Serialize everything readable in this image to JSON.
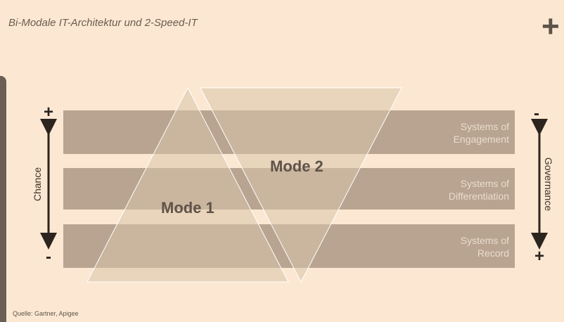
{
  "header": {
    "title": "Bi-Modale IT-Architektur und 2-Speed-IT",
    "logo_glyph": "+"
  },
  "bands": [
    {
      "line1": "Systems of",
      "line2": "Engagement"
    },
    {
      "line1": "Systems of",
      "line2": "Differentiation"
    },
    {
      "line1": "Systems of",
      "line2": "Record"
    }
  ],
  "modes": {
    "mode1": "Mode 1",
    "mode2": "Mode 2"
  },
  "left_axis": {
    "label": "Chance",
    "top_sign": "+",
    "bottom_sign": "-"
  },
  "right_axis": {
    "label": "Governance",
    "top_sign": "-",
    "bottom_sign": "+"
  },
  "footer": {
    "source": "Quelle: Gartner, Apigee"
  },
  "colors": {
    "background": "#fce8d2",
    "band": "#b9a491",
    "band_text": "#eadccd",
    "overlay": "#d9c2aa"
  }
}
